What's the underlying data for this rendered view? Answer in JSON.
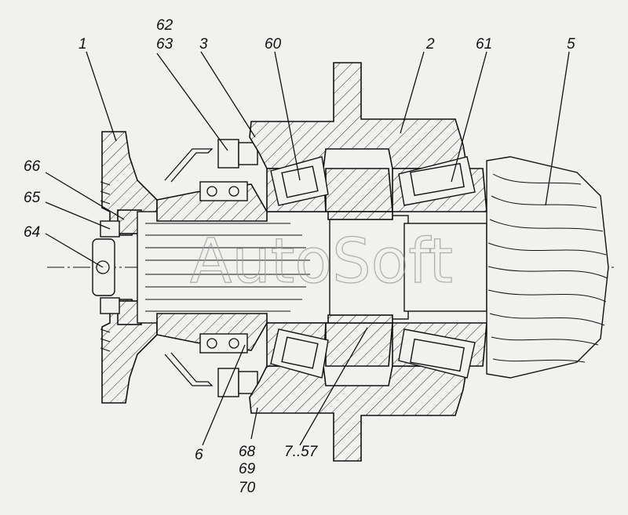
{
  "watermark": "AutoSoft",
  "callouts": {
    "c1": "1",
    "c62": "62",
    "c63": "63",
    "c3": "3",
    "c60": "60",
    "c2": "2",
    "c61": "61",
    "c5": "5",
    "c66": "66",
    "c65": "65",
    "c64": "64",
    "c6": "6",
    "c68": "68",
    "c69": "69",
    "c70": "70",
    "c757": "7..57"
  }
}
